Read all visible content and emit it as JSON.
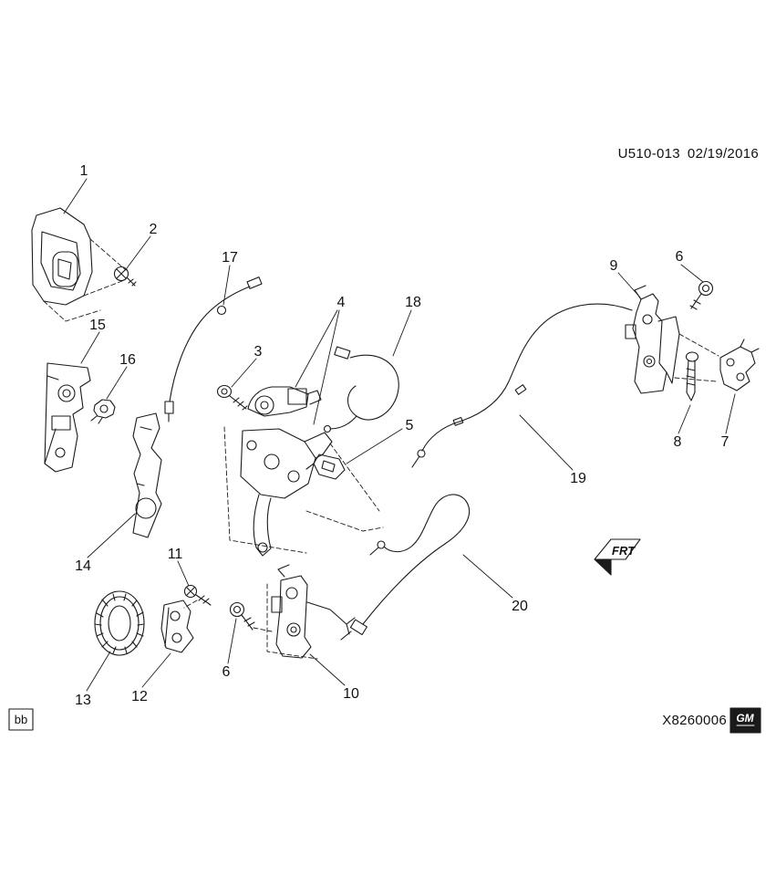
{
  "header": {
    "code": "U510-013",
    "date": "02/19/2016"
  },
  "callouts": [
    "1",
    "2",
    "3",
    "4",
    "5",
    "6",
    "6",
    "7",
    "8",
    "9",
    "10",
    "11",
    "12",
    "13",
    "14",
    "15",
    "16",
    "17",
    "18",
    "19",
    "20"
  ],
  "direction": {
    "label": "FRT"
  },
  "footer": {
    "left_code": "bb",
    "drawing_code": "X8260006",
    "logo_text": "GM"
  }
}
